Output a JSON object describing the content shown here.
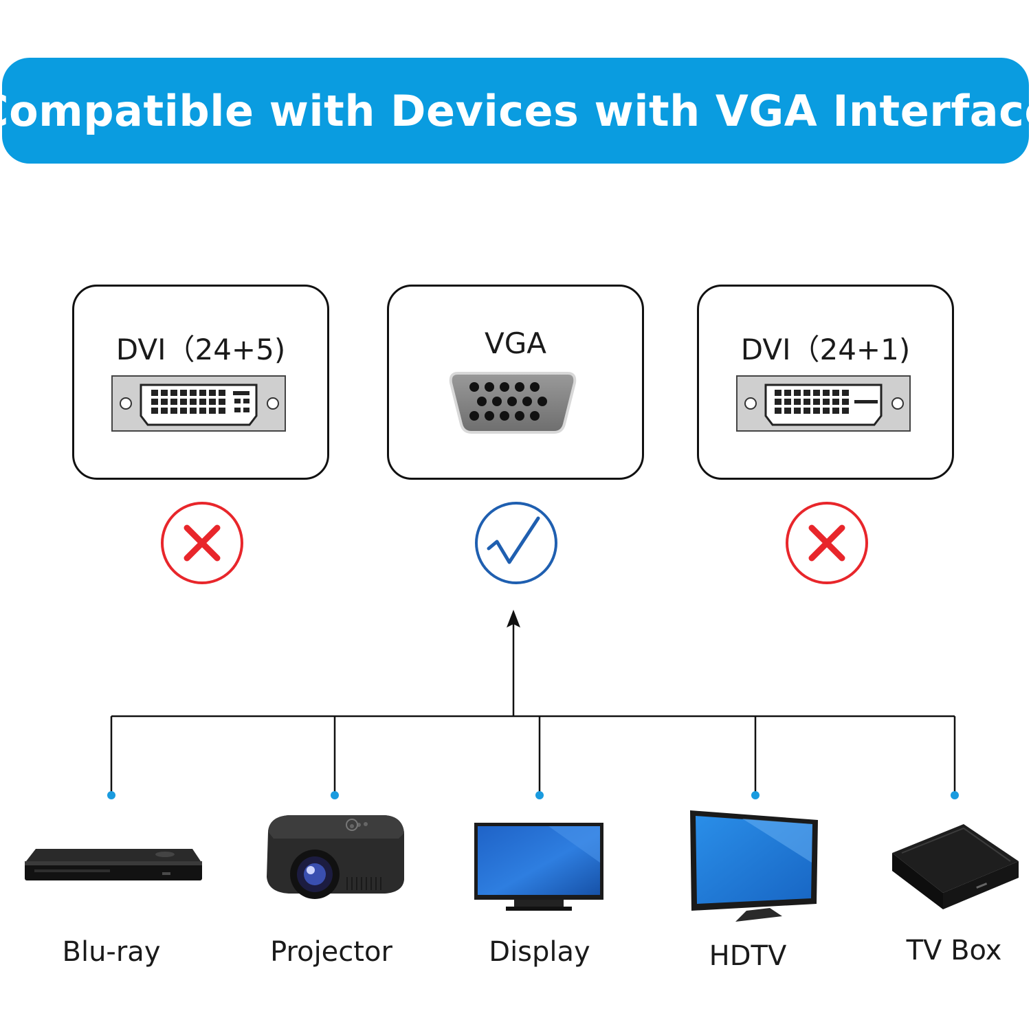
{
  "banner": {
    "title": "Compatible with Devices with VGA Interface"
  },
  "ports": [
    {
      "id": "dvi-24-5",
      "label": "DVI（24+5)",
      "status": "incompatible"
    },
    {
      "id": "vga",
      "label": "VGA",
      "status": "compatible"
    },
    {
      "id": "dvi-24-1",
      "label": "DVI（24+1)",
      "status": "incompatible"
    }
  ],
  "status_icons": {
    "incompatible": "red-cross-icon",
    "compatible": "blue-check-icon"
  },
  "colors": {
    "banner": "#0a9ce0",
    "cross": "#e8262b",
    "check": "#1f5fb0",
    "dot": "#1a9bdf"
  },
  "devices": [
    {
      "label": "Blu-ray",
      "icon": "blu-ray-player-icon"
    },
    {
      "label": "Projector",
      "icon": "projector-icon"
    },
    {
      "label": "Display",
      "icon": "monitor-icon"
    },
    {
      "label": "HDTV",
      "icon": "hdtv-icon"
    },
    {
      "label": "TV Box",
      "icon": "tv-box-icon"
    }
  ]
}
